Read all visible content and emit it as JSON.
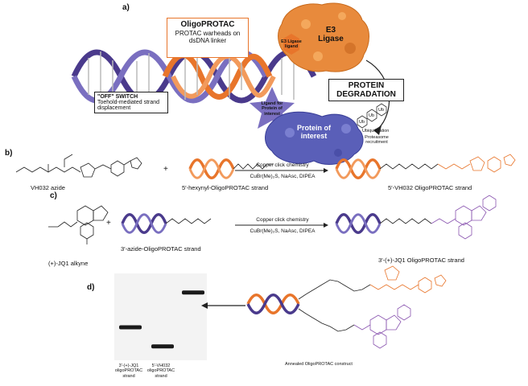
{
  "panels": {
    "a": "a)",
    "b": "b)",
    "c": "c)",
    "d": "d)"
  },
  "panel_a": {
    "oligo_title": "OligoPROTAC",
    "oligo_desc": "PROTAC warheads on dsDNA linker",
    "e3_label": "E3 Ligase",
    "e3_ligand": "E3 Ligase ligand",
    "poi_ligand": "Ligand for Protein of interest",
    "protein_degradation": "PROTEIN DEGRADATION",
    "off_switch_title": "\"OFF\" SWITCH",
    "off_switch_desc": "Toehold-mediated strand displacement",
    "poi_label": "Protein of interest",
    "ub": "Ub",
    "ubiquitination": "Ubiquitination",
    "proteasome": "Proteasome recruitment"
  },
  "panel_b": {
    "reactant1": "VH032 azide",
    "reactant2": "5′-hexynyl-OligoPROTAC strand",
    "cond1": "Copper click chemistry",
    "cond2": "CuBr(Me)₂S, NaAsc, DIPEA",
    "product": "5′-VH032 OligoPROTAC strand",
    "plus": "+"
  },
  "panel_c": {
    "reactant1": "(+)-JQ1 alkyne",
    "reactant2": "3′-azide-OligoPROTAC strand",
    "cond1": "Copper click chemistry",
    "cond2": "CuBr(Me)₂S, NaAsc, DIPEA",
    "product": "3′-(+)-JQ1 OligoPROTAC strand",
    "plus": "+"
  },
  "panel_d": {
    "lane1": "3′-(+)-JQ1 oligoPROTAC strand",
    "lane2": "5′-VH032 oligoPROTAC strand",
    "construct": "Annealed OligoPROTAC construct",
    "gel_bands": [
      {
        "lane": 1,
        "level": 0.62
      },
      {
        "lane": 2,
        "level": 0.84
      },
      {
        "lane": 3,
        "level": 0.22
      }
    ]
  },
  "colors": {
    "orange": "#e8752b",
    "purple_dark": "#4a3a8c",
    "purple": "#6a5fb0",
    "violet": "#8a55b0",
    "protein_blue": "#5a5fb8",
    "e3_orange": "#e88a3c"
  }
}
